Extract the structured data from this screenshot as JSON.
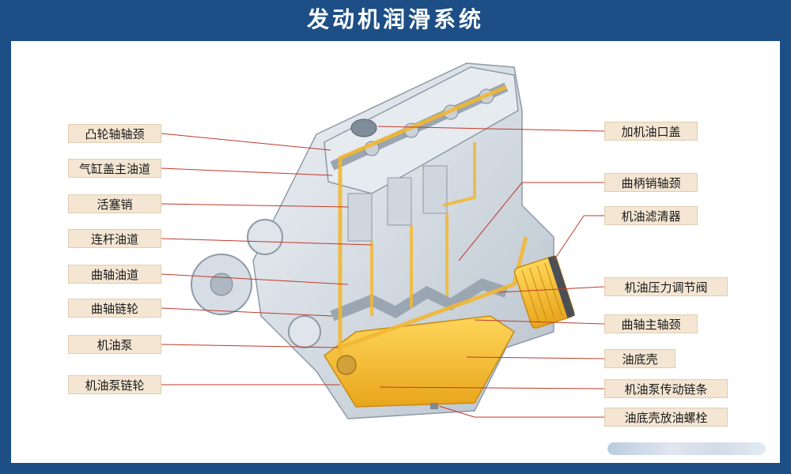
{
  "title": "发动机润滑系统",
  "labels": {
    "camshaft_journal": "凸轮轴轴颈",
    "head_main_gallery": "气缸盖主油道",
    "piston_pin": "活塞销",
    "conrod_passage": "连杆油道",
    "crank_passage": "曲轴油道",
    "crank_sprocket": "曲轴链轮",
    "oil_pump": "机油泵",
    "pump_sprocket": "机油泵链轮",
    "filler_cap": "加机油口盖",
    "crankpin_journal": "曲柄销轴颈",
    "oil_filter": "机油滤清器",
    "pressure_valve": "机油压力调节阀",
    "main_journal": "曲轴主轴颈",
    "oil_pan": "油底壳",
    "pump_chain": "机油泵传动链条",
    "drain_plug": "油底壳放油螺栓"
  },
  "colors": {
    "frame": "#1d4f86",
    "label_bg": "#f4e6d3",
    "leader": "#c0392b",
    "oil": "#f2b732"
  }
}
